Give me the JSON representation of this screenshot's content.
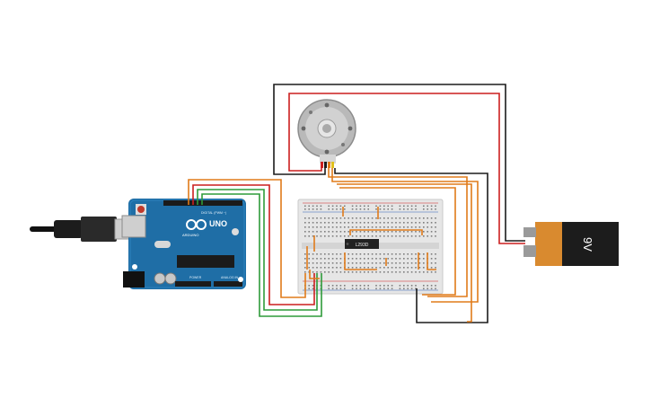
{
  "arduino": {
    "brand": "ARDUINO",
    "model": "UNO",
    "digital_header_label": "DIGITAL (PWM ~)",
    "analog_header_label": "ANALOG IN",
    "power_header_label": "POWER"
  },
  "ic": {
    "label": "L293D"
  },
  "battery": {
    "label": "9V"
  },
  "colors": {
    "wire_orange": "#e07b1a",
    "wire_red": "#cc1f1f",
    "wire_black": "#1b1b1b",
    "wire_green": "#2e9b3a",
    "arduino_blue": "#1f6ea6",
    "battery_orange": "#d98a2f",
    "breadboard": "#e6e6e6"
  },
  "icons": [
    "usb-cable-icon",
    "dc-motor-icon",
    "ic-chip-icon",
    "battery-icon",
    "reset-button-icon"
  ]
}
